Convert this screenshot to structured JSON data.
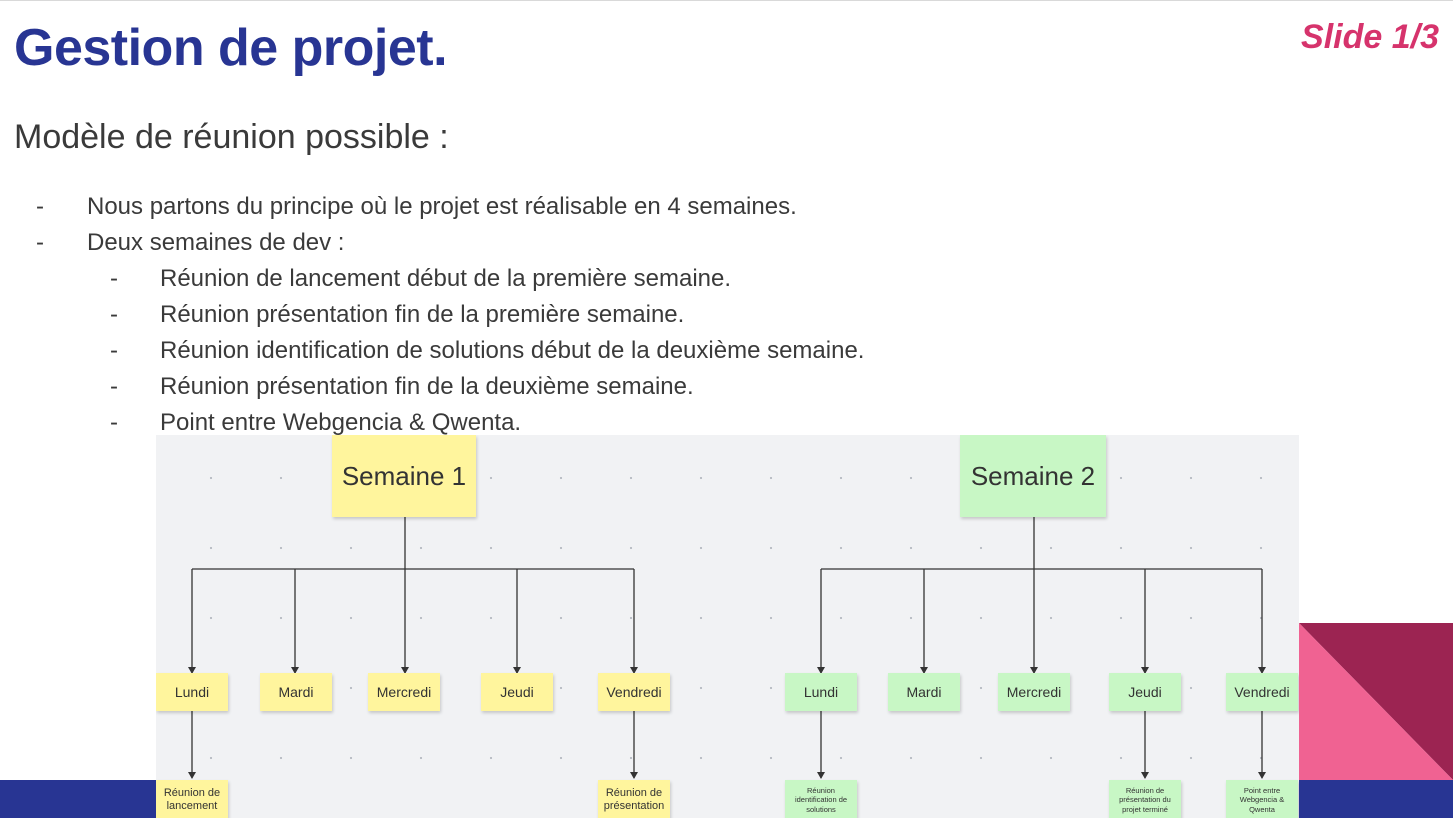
{
  "slide": {
    "title": "Gestion de projet.",
    "slide_number": "Slide 1/3",
    "subtitle": "Modèle de réunion possible :"
  },
  "bullets": [
    {
      "marker": "-",
      "text": "Nous partons du principe où le projet est réalisable en 4 semaines."
    },
    {
      "marker": "-",
      "text": "Deux semaines de dev :"
    },
    {
      "marker": "-",
      "text": "Réunion de lancement début de la première semaine."
    },
    {
      "marker": "-",
      "text": "Réunion présentation fin de la première semaine."
    },
    {
      "marker": "-",
      "text": "Réunion identification de solutions début de la deuxième semaine."
    },
    {
      "marker": "-",
      "text": "Réunion présentation fin de la deuxième semaine."
    },
    {
      "marker": "-",
      "text": "Point entre Webgencia & Qwenta."
    }
  ],
  "diagram": {
    "week1": {
      "label": "Semaine 1",
      "days": [
        "Lundi",
        "Mardi",
        "Mercredi",
        "Jeudi",
        "Vendredi"
      ],
      "meetings": {
        "lundi": "Réunion de lancement",
        "vendredi": "Réunion de présentation"
      }
    },
    "week2": {
      "label": "Semaine 2",
      "days": [
        "Lundi",
        "Mardi",
        "Mercredi",
        "Jeudi",
        "Vendredi"
      ],
      "meetings": {
        "lundi": "Réunion identification de solutions",
        "jeudi": "Réunion de présentation du projet terminé",
        "vendredi": "Point entre Webgencia & Qwenta"
      }
    }
  },
  "colors": {
    "title": "#283593",
    "slide_number": "#d6336c",
    "sticky_week1": "#fff59d",
    "sticky_week2": "#c8f7c5",
    "bottom_bar": "#283593",
    "deco_pink": "#f06292",
    "deco_maroon": "#9c2452"
  }
}
